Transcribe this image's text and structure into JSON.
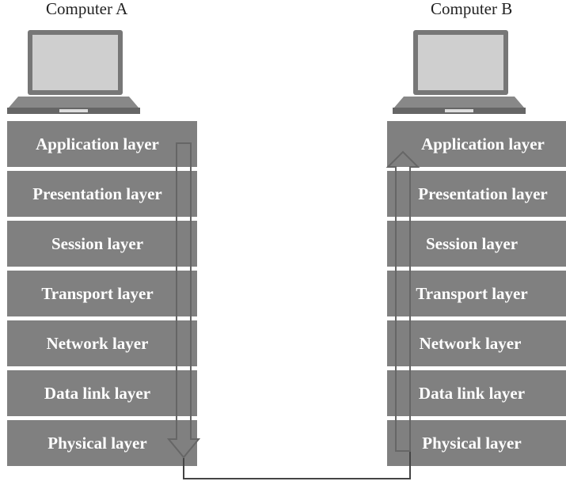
{
  "computer_a": {
    "label": "Computer A",
    "layers": [
      "Application layer",
      "Presentation layer",
      "Session layer",
      "Transport layer",
      "Network layer",
      "Data link layer",
      "Physical layer"
    ]
  },
  "computer_b": {
    "label": "Computer B",
    "layers": [
      "Application layer",
      "Presentation layer",
      "Session layer",
      "Transport layer",
      "Network layer",
      "Data link layer",
      "Physical layer"
    ]
  },
  "colors": {
    "layer_fill": "#808080",
    "layer_text": "#ffffff",
    "laptop_body": "#777777",
    "laptop_screen": "#cfcfcf",
    "connector": "#444444"
  },
  "icons": [
    "laptop-icon",
    "down-arrow-icon",
    "up-arrow-icon"
  ]
}
